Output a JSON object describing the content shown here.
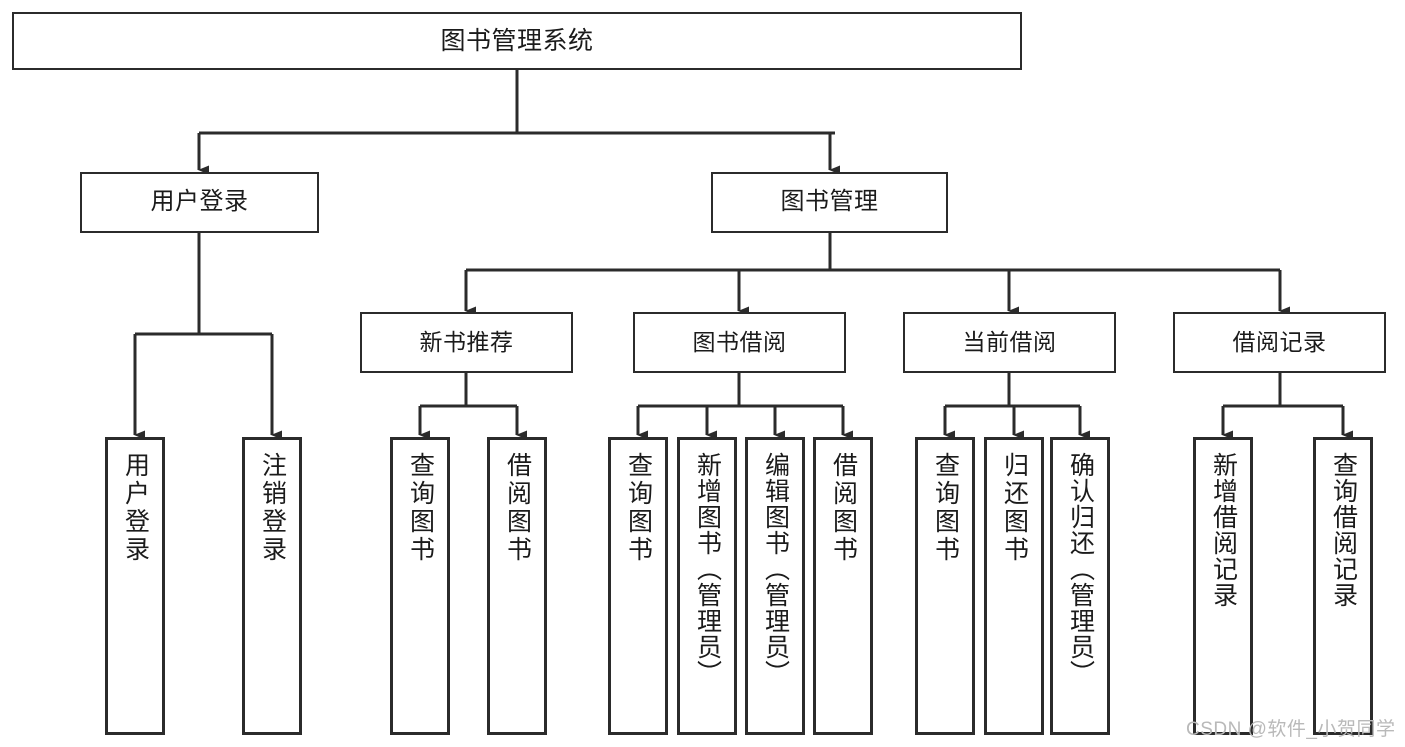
{
  "diagram": {
    "type": "tree-hierarchy-chart",
    "title": "图书管理系统",
    "colors": {
      "background": "#ffffff",
      "box_border": "#2b2b2b",
      "box_fill": "#ffffff",
      "connector": "#2b2b2b",
      "text": "#1b1b1b",
      "watermark": "#b9b9b9"
    },
    "root": {
      "label": "图书管理系统"
    },
    "level1": [
      {
        "label": "用户登录"
      },
      {
        "label": "图书管理"
      }
    ],
    "level2": [
      {
        "label": "新书推荐"
      },
      {
        "label": "图书借阅"
      },
      {
        "label": "当前借阅"
      },
      {
        "label": "借阅记录"
      }
    ],
    "leaves": {
      "user_login": [
        {
          "label": "用户登录"
        },
        {
          "label": "注销登录"
        }
      ],
      "new_book_recommend": [
        {
          "label": "查询图书"
        },
        {
          "label": "借阅图书"
        }
      ],
      "book_borrow": [
        {
          "label": "查询图书"
        },
        {
          "label": "新增图书（管理员）"
        },
        {
          "label": "编辑图书（管理员）"
        },
        {
          "label": "借阅图书"
        }
      ],
      "current_borrow": [
        {
          "label": "查询图书"
        },
        {
          "label": "归还图书"
        },
        {
          "label": "确认归还（管理员）"
        }
      ],
      "borrow_record": [
        {
          "label": "新增借阅记录"
        },
        {
          "label": "查询借阅记录"
        }
      ]
    },
    "watermark": {
      "text": "CSDN @软件_小贺同学"
    }
  }
}
